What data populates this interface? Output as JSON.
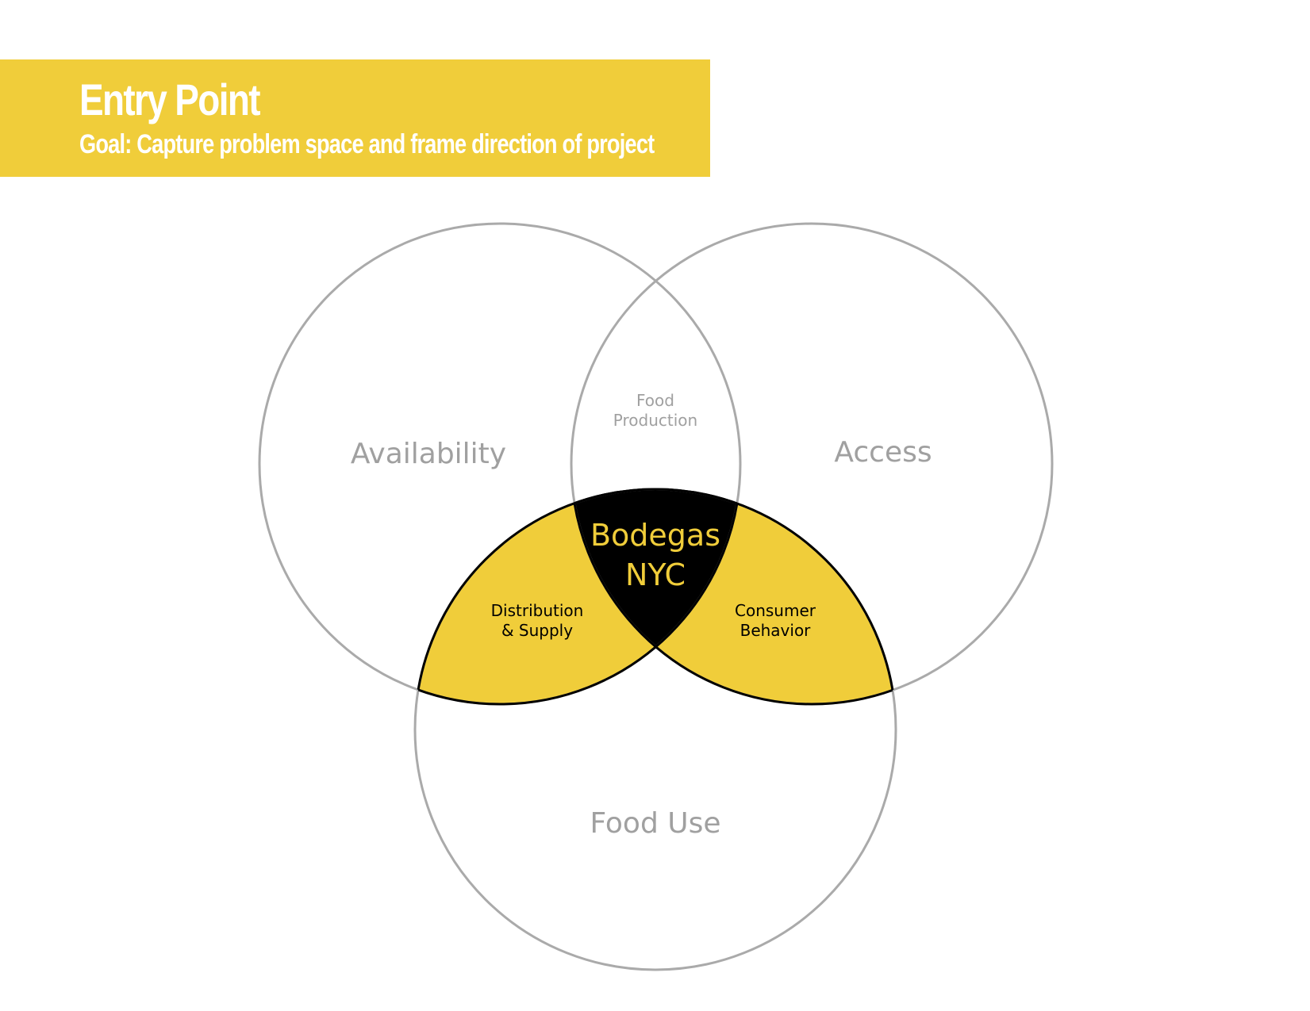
{
  "header": {
    "title": "Entry Point",
    "subtitle": "Goal: Capture problem space and frame direction of project"
  },
  "venn": {
    "sets": [
      {
        "id": "availability",
        "label": "Availability"
      },
      {
        "id": "access",
        "label": "Access"
      },
      {
        "id": "food_use",
        "label": "Food Use"
      }
    ],
    "intersections": {
      "availability_access": [
        "Food",
        "Production"
      ],
      "availability_food_use": [
        "Distribution",
        "& Supply"
      ],
      "access_food_use": [
        "Consumer",
        "Behavior"
      ],
      "all_three": [
        "Bodegas",
        "NYC"
      ]
    }
  },
  "colors": {
    "accent": "#f0cd3a",
    "circle_stroke": "#aaaaaa",
    "set_label": "#a0a0a0",
    "center_fill": "#000000",
    "center_text": "#f0cd3a"
  }
}
